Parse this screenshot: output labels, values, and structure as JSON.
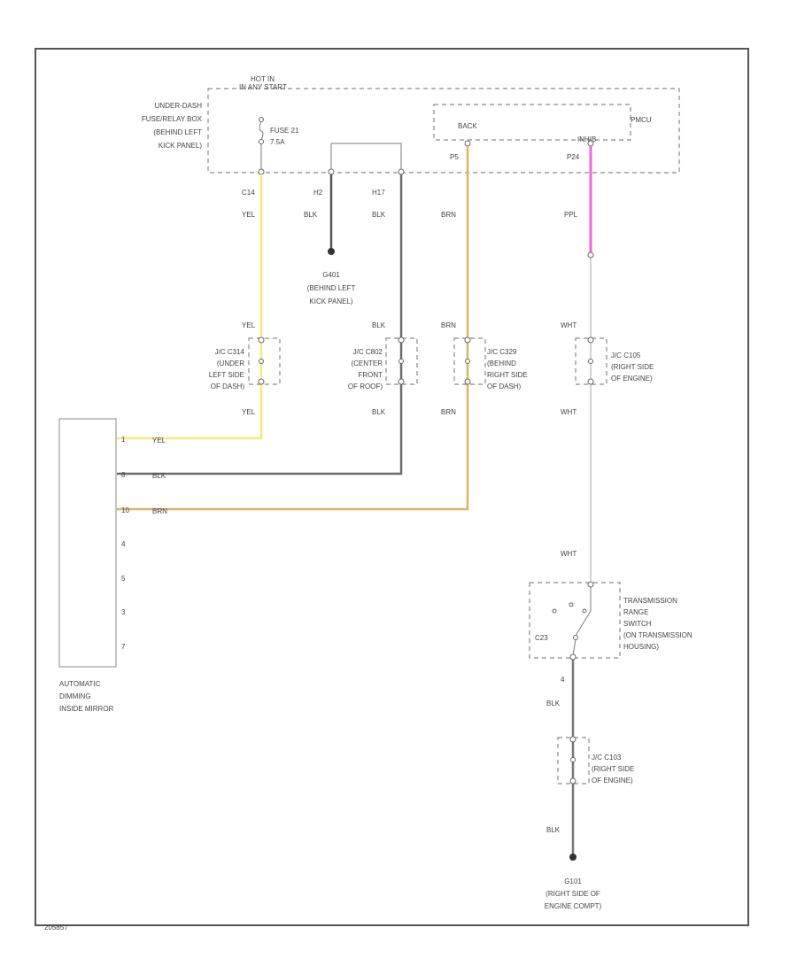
{
  "colors": {
    "frame": "#555555",
    "yel": "#f4ec7a",
    "blk": "#6b6b6b",
    "brn": "#d9b46a",
    "ppl": "#ee66dd",
    "wht": "#c4c4c4"
  },
  "icons": [
    "ground-icon",
    "fuse-icon",
    "switch-icon",
    "connector-icon"
  ],
  "labels": {
    "hot_in": "HOT IN",
    "hot_in2": "IN ANY START",
    "fusebox_1": "UNDER-DASH",
    "fusebox_2": "FUSE/RELAY BOX",
    "fusebox_3": "(BEHIND LEFT",
    "fusebox_4": "KICK PANEL)",
    "fuse_1": "FUSE 21",
    "fuse_2": "7.5A",
    "pcm": "PMCU",
    "back": "BACK",
    "inhibit": "INHIB",
    "pin_c14": "C14",
    "pin_h2": "H2",
    "pin_h17": "H17",
    "pin_p5": "P5",
    "pin_p24": "P24",
    "wire_yel": "YEL",
    "wire_blk": "BLK",
    "wire_brn": "BRN",
    "wire_ppl": "PPL",
    "wire_wht": "WHT",
    "g401_1": "G401",
    "g401_2": "(BEHIND LEFT",
    "g401_3": "KICK PANEL)",
    "jc1_1": "J/C C314",
    "jc1_2": "(UNDER",
    "jc1_3": "LEFT SIDE",
    "jc1_4": "OF DASH)",
    "jc2_1": "J/C C802",
    "jc2_2": "(CENTER",
    "jc2_3": "FRONT",
    "jc2_4": "OF ROOF)",
    "jc3_1": "J/C C329",
    "jc3_2": "(BEHIND",
    "jc3_3": "RIGHT SIDE",
    "jc3_4": "OF DASH)",
    "jc4_1": "J/C C105",
    "jc4_2": "(RIGHT SIDE",
    "jc4_3": "OF ENGINE)",
    "mirror_1": "AUTOMATIC",
    "mirror_2": "DIMMING",
    "mirror_3": "INSIDE MIRROR",
    "mpin_1": "1",
    "mpin_2": "8",
    "mpin_3": "10",
    "mpin_4": "4",
    "mpin_5": "5",
    "mpin_6": "3",
    "mpin_7": "7",
    "trans_1": "TRANSMISSION",
    "trans_2": "RANGE",
    "trans_3": "SWITCH",
    "trans_4": "(ON TRANSMISSION",
    "trans_5": "HOUSING)",
    "trans_conn": "C23",
    "trans_pin": "4",
    "jc5_1": "J/C C103",
    "jc5_2": "(RIGHT SIDE",
    "jc5_3": "OF ENGINE)",
    "g101_1": "G101",
    "g101_2": "(RIGHT SIDE OF",
    "g101_3": "ENGINE COMPT)",
    "corner_id": "205857"
  }
}
